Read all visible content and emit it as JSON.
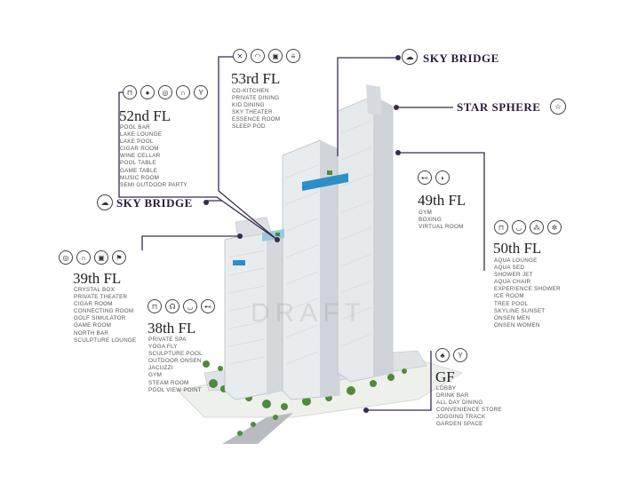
{
  "colors": {
    "leader": "#3b2a4f",
    "building": "#e9ecee",
    "building_dark": "#c9ced3",
    "greenery": "#4f8a3c"
  },
  "watermark": "DRAFT",
  "labels": {
    "sky_bridge_top": "SKY BRIDGE",
    "star_sphere": "STAR SPHERE",
    "sky_bridge_left": "SKY BRIDGE"
  },
  "floors": {
    "f53": {
      "title": "53rd FL",
      "icons": [
        "utensils-icon",
        "dome-plate-icon",
        "projector-icon",
        "bunk-bed-icon"
      ],
      "items": [
        "CO-KITCHEN",
        "PRIVATE DINING",
        "KID DINING",
        "SKY THEATER",
        "ESSENCE ROOM",
        "SLEEP POD"
      ]
    },
    "f52": {
      "title": "52nd FL",
      "icons": [
        "pool-ladder-icon",
        "billiards-icon",
        "gamepad-icon",
        "headphones-icon",
        "cocktail-icon"
      ],
      "items": [
        "POOL BAR",
        "LAKE LOUNGE",
        "LAKE POOL",
        "CIGAR ROOM",
        "WINE CELLAR",
        "POOL TABLE",
        "GAME TABLE",
        "MUSIC ROOM",
        "SEMI OUTDOOR PARTY"
      ]
    },
    "f49": {
      "title": "49th FL",
      "icons": [
        "dumbbell-icon",
        "boxing-glove-icon"
      ],
      "items": [
        "GYM",
        "BOXING",
        "VIRTUAL ROOM"
      ]
    },
    "f50": {
      "title": "50th FL",
      "icons": [
        "pool-ladder-icon",
        "bathtub-icon",
        "shower-icon",
        "snowflake-icon"
      ],
      "items": [
        "AQUA LOUNGE",
        "AQUA SED",
        "SHOWER JET",
        "AQUA CHAIR",
        "EXPERIENCE SHOWER",
        "ICE ROOM",
        "TREE POOL",
        "SKYLINE SUNSET",
        "ONSEN MEN",
        "ONSEN WOMEN"
      ]
    },
    "f39": {
      "title": "39th FL",
      "icons": [
        "gamepad-icon",
        "headphones-icon",
        "projector-icon",
        "golf-icon"
      ],
      "items": [
        "CRYSTAL BOX",
        "PRIVATE THEATER",
        "CIGAR ROOM",
        "CONNECTING ROOM",
        "GOLF SIMULATOR",
        "GAME ROOM",
        "NORTH BAR",
        "SCULPTURE LOUNGE"
      ]
    },
    "f38": {
      "title": "38th FL",
      "icons": [
        "pool-ladder-icon",
        "yoga-icon",
        "bathtub-icon",
        "dumbbell-icon"
      ],
      "items": [
        "PRIVATE SPA",
        "YOGA FLY",
        "SCULPTURE POOL",
        "OUTDOOR ONSEN",
        "JACUZZI",
        "GYM",
        "STEAM ROOM",
        "POOL VIEW POINT"
      ]
    },
    "gf": {
      "title": "GF",
      "icons": [
        "tree-icon",
        "cocktail-icon"
      ],
      "items": [
        "LOBBY",
        "DRINK BAR",
        "ALL DAY DINING",
        "CONVENIENCE STORE",
        "JOGGING TRACK",
        "GARDEN SPACE"
      ]
    }
  }
}
